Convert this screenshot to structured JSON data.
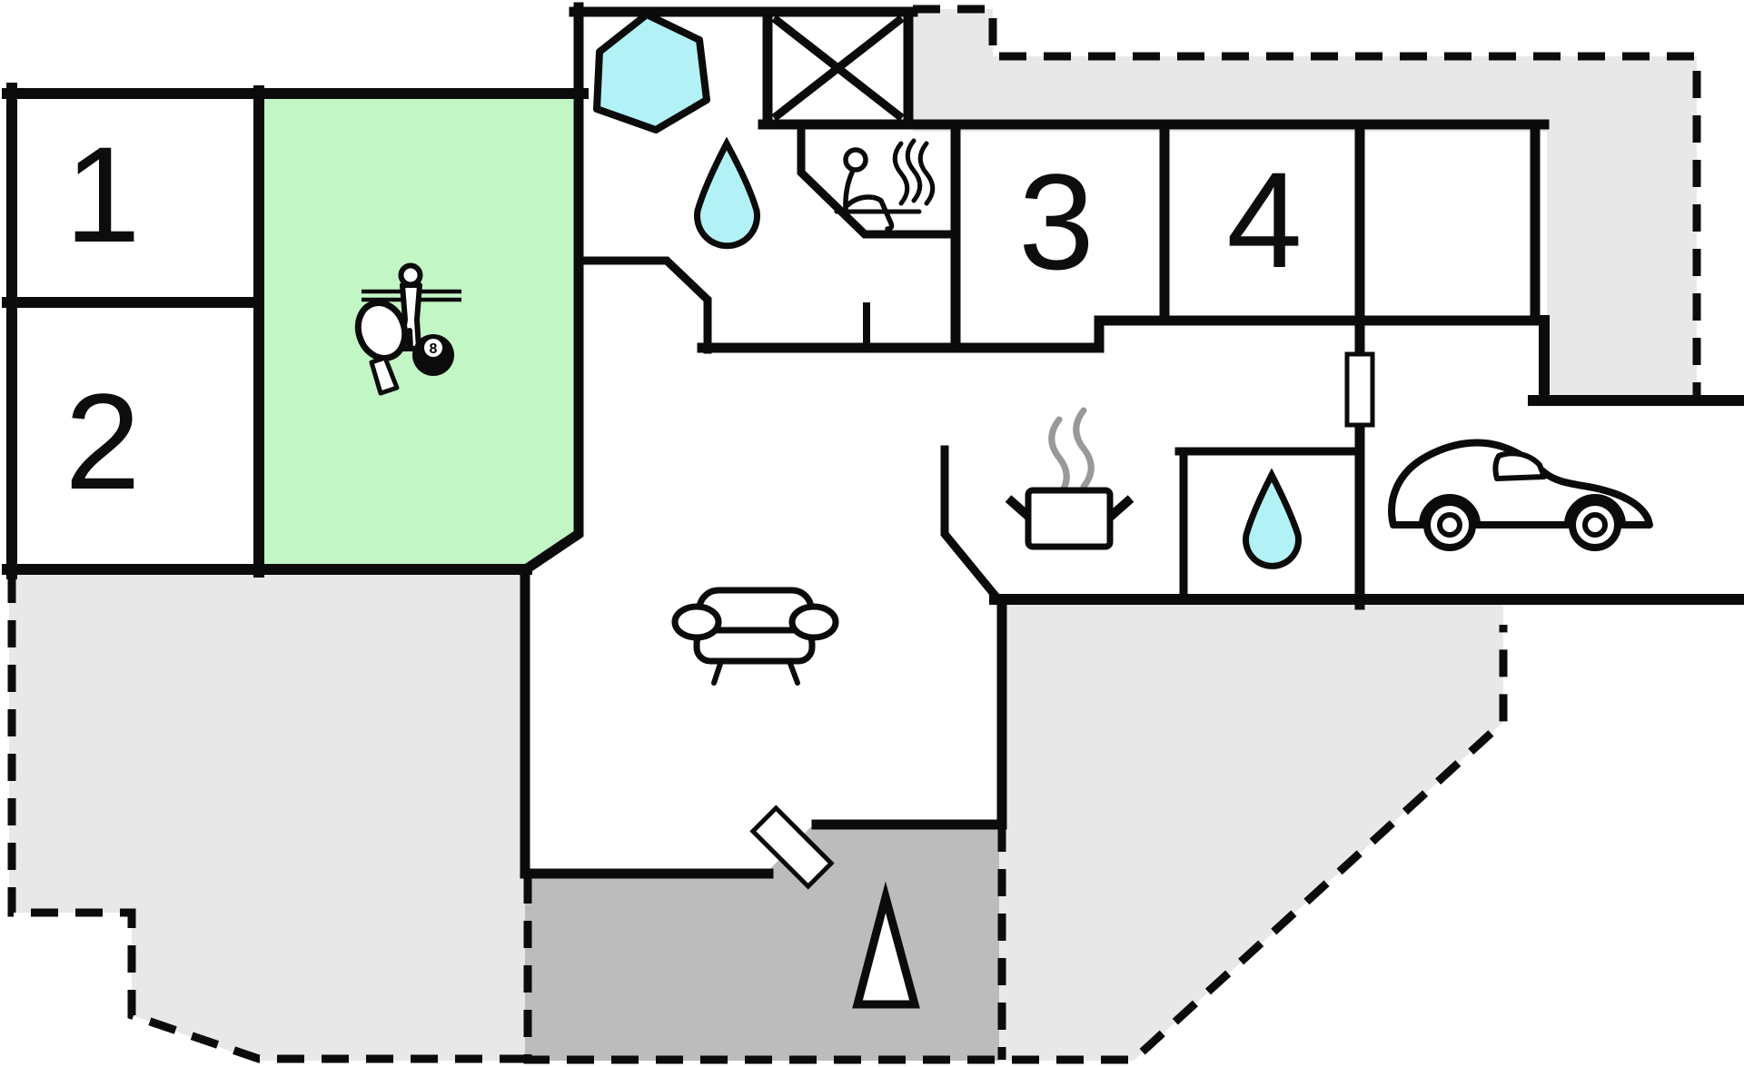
{
  "plan": {
    "rooms": [
      {
        "label": "1"
      },
      {
        "label": "2"
      },
      {
        "label": "3"
      },
      {
        "label": "4"
      }
    ],
    "billiard_ball_label": "8",
    "icons": {
      "hot_tub": "hexagon-hot-tub-icon",
      "crossed_box": "crossed-box-icon",
      "sauna": "sauna-person-icon",
      "bathroom_drop": "water-drop-icon",
      "wc_drop": "water-drop-icon",
      "kitchen": "cooking-pot-icon",
      "living_room": "sofa-icon",
      "carport": "car-icon",
      "fireplace": "fireplace-triangle-icon",
      "game_room": [
        "foosball-player-icon",
        "table-tennis-paddle-icon",
        "billiard-8-ball-icon"
      ],
      "doors": [
        "door-icon",
        "door-icon"
      ]
    },
    "colors": {
      "activity_green": "#c2f6c5",
      "water_cyan": "#b2f2f6",
      "terrace_light": "#e8e8e8",
      "terrace_dark": "#bcbcbc",
      "wall_black": "#0b0b0b",
      "steam_gray": "#999999"
    }
  }
}
